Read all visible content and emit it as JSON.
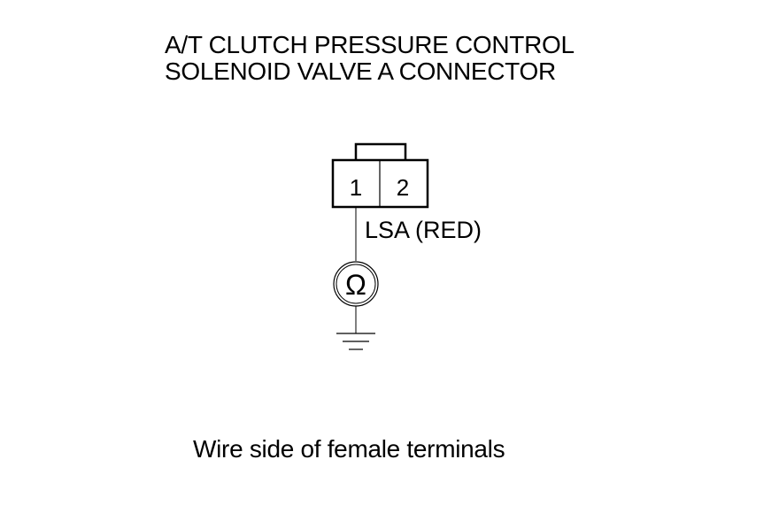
{
  "title": {
    "line1": "A/T CLUTCH PRESSURE CONTROL",
    "line2": "SOLENOID VALVE A CONNECTOR"
  },
  "connector": {
    "terminals": [
      "1",
      "2"
    ]
  },
  "wire": {
    "label": "LSA (RED)"
  },
  "meter": {
    "symbol": "Ω",
    "icon": "ohmmeter-icon"
  },
  "ground": {
    "icon": "ground-icon"
  },
  "caption": "Wire side of female terminals"
}
